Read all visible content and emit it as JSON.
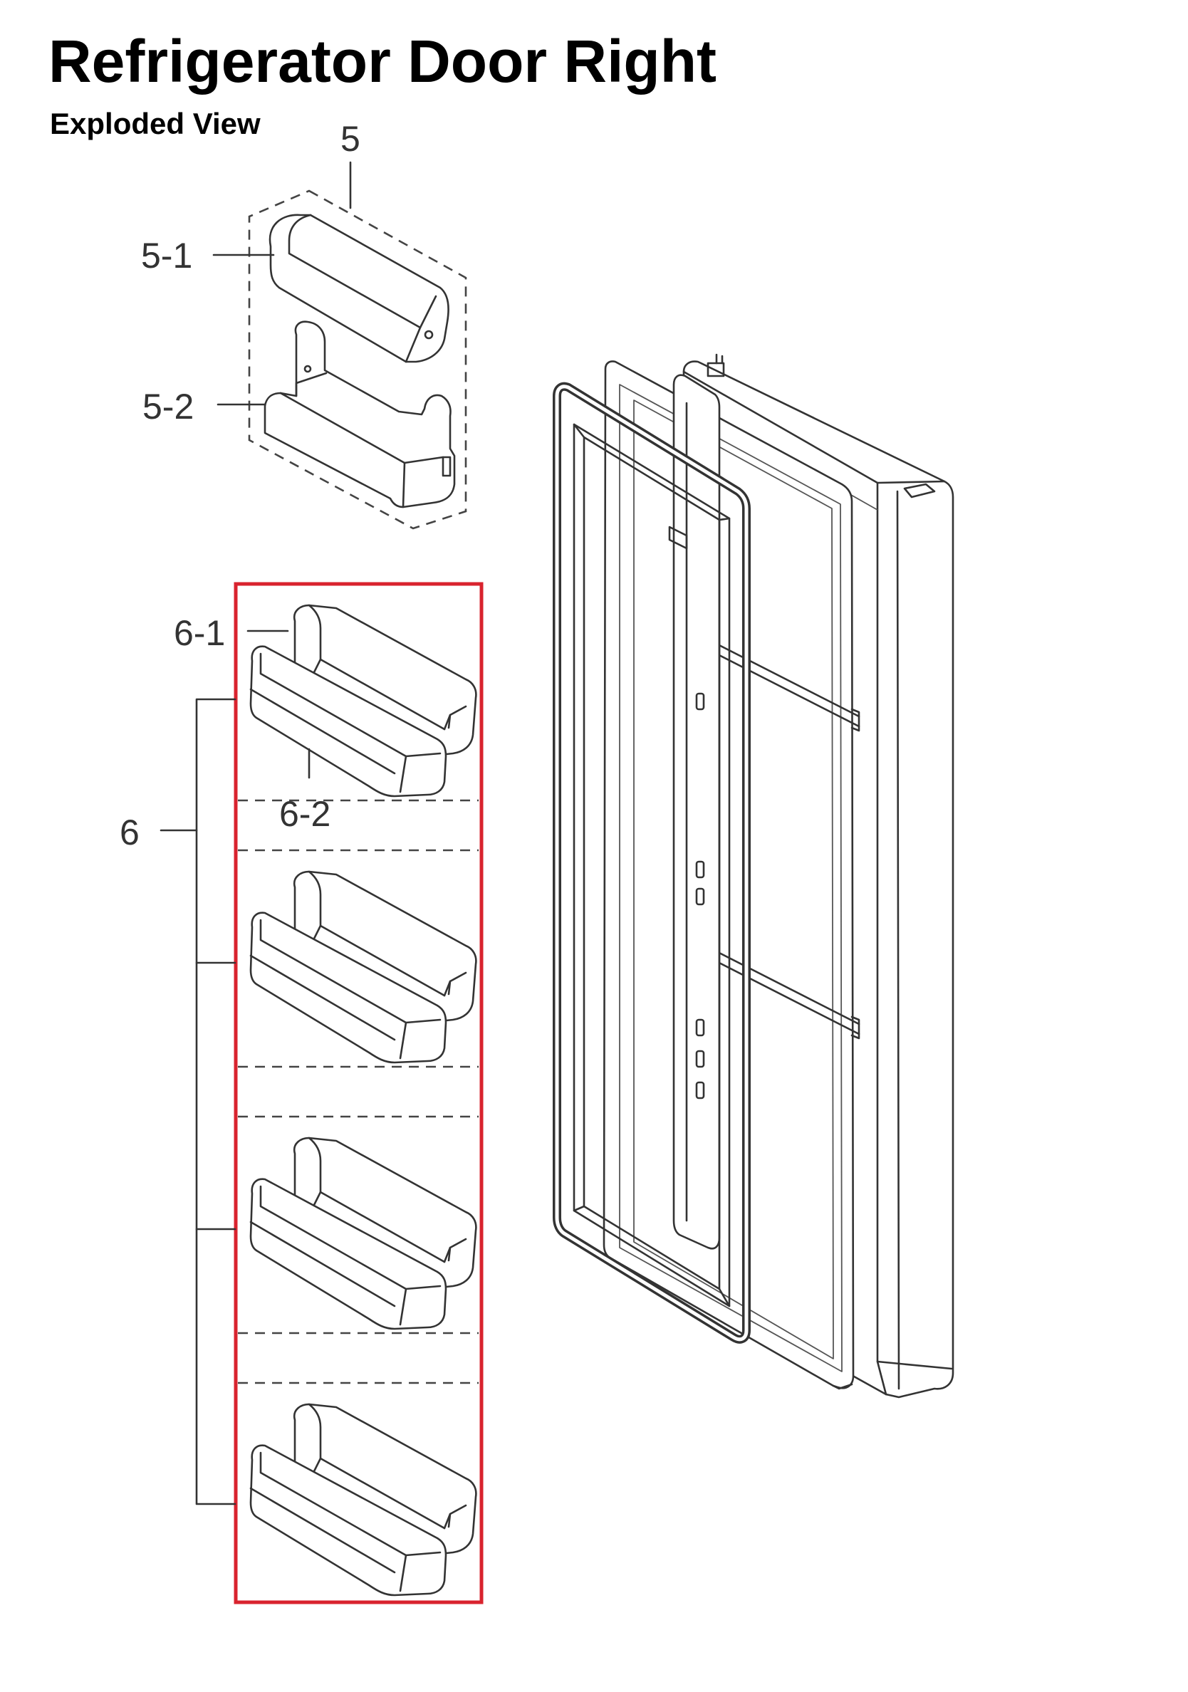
{
  "title": "Refrigerator Door Right",
  "subtitle": "Exploded View",
  "callouts": {
    "c5": "5",
    "c5_1": "5-1",
    "c5_2": "5-2",
    "c6": "6",
    "c6_1": "6-1",
    "c6_2": "6-2"
  },
  "colors": {
    "highlight": "#d9232e",
    "lines": "#333333"
  }
}
